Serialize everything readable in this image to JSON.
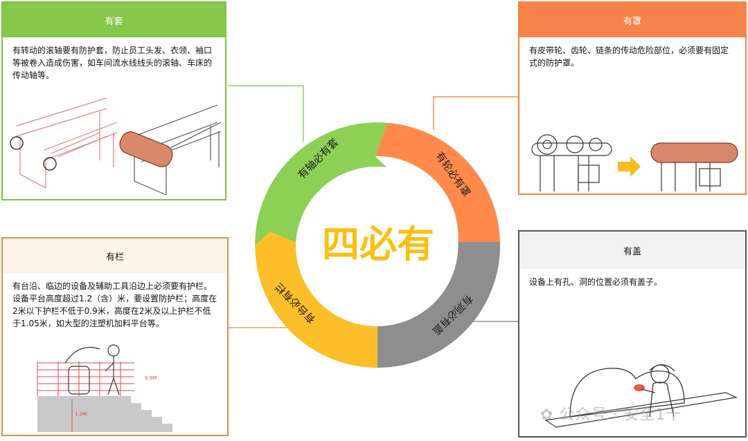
{
  "center": {
    "title": "四必有"
  },
  "ring": [
    {
      "label": "有轴必有套",
      "color": "#8cd055"
    },
    {
      "label": "有轮必有罩",
      "color": "#ff8a4c"
    },
    {
      "label": "有洞必有盖",
      "color": "#8e8e8e"
    },
    {
      "label": "有台必有栏",
      "color": "#fcbf2a"
    }
  ],
  "panels": {
    "top_left": {
      "title": "有套",
      "text": "有转动的滚轴要有防护套，防止员工头发、衣领、袖口等被卷入造成伤害，如车间流水线线头的滚轴、车床的传动轴等。"
    },
    "top_right": {
      "title": "有罩",
      "text": "有皮带轮、齿轮、链条的传动危险部位，必须要有固定式的防护罩。"
    },
    "bottom_left": {
      "title": "有栏",
      "text": "有台沿、临边的设备及辅助工具沿边上必须要有护栏。设备平台高度超过1.2（含）米，要设置防护栏；高度在2米以下护栏不低于0.9米，高度在2米及以上护栏不低于1.05米，如大型的注塑机加料平台等。"
    },
    "bottom_right": {
      "title": "有盖",
      "text": "设备上有孔、洞的位置必须有盖子。"
    }
  },
  "figure_labels": {
    "rail_height": "0.9M",
    "platform_height": "1.2M"
  },
  "watermark": "公众号 · 安全1十"
}
